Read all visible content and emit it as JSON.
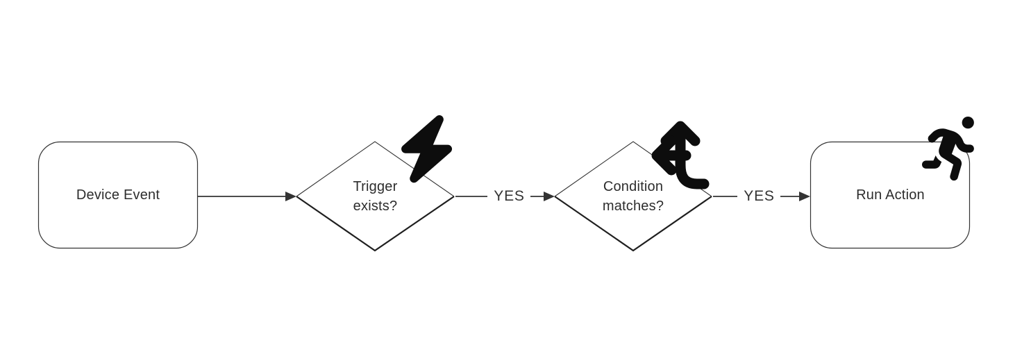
{
  "diagram": {
    "background_color": "#ffffff",
    "stroke_color": "#333333",
    "icon_color": "#0d0d0d",
    "text_color": "#2d2d2d",
    "nodes": [
      {
        "id": "device-event",
        "type": "rounded-rect",
        "label": "Device Event",
        "icon": null
      },
      {
        "id": "trigger-exists",
        "type": "decision-diamond",
        "label": "Trigger exists?",
        "lines": [
          "Trigger",
          "exists?"
        ],
        "icon": "lightning-bolt-icon"
      },
      {
        "id": "condition-matches",
        "type": "decision-diamond",
        "label": "Condition matches?",
        "lines": [
          "Condition",
          "matches?"
        ],
        "icon": "arrows-split-up-left-icon"
      },
      {
        "id": "run-action",
        "type": "rounded-rect",
        "label": "Run Action",
        "icon": "person-running-icon"
      }
    ],
    "edges": [
      {
        "from": "device-event",
        "to": "trigger-exists",
        "label": ""
      },
      {
        "from": "trigger-exists",
        "to": "condition-matches",
        "label": "YES"
      },
      {
        "from": "condition-matches",
        "to": "run-action",
        "label": "YES"
      }
    ]
  }
}
